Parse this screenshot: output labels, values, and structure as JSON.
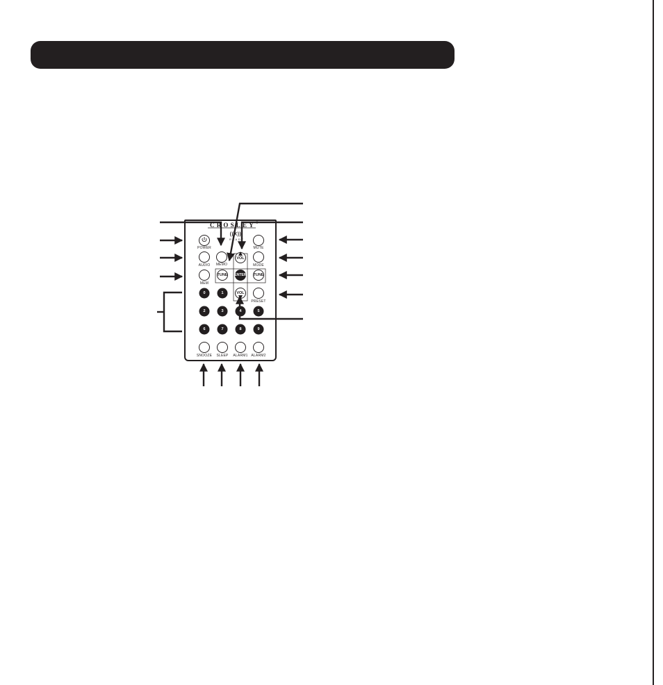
{
  "header": {
    "title": ""
  },
  "remote": {
    "brand": "CROSLEY",
    "brand_mark": "®",
    "logo_text": "((X))",
    "logo_sub": "READY",
    "power_icon": "power-icon",
    "buttons": {
      "power": "POWER",
      "memo": "MEMO",
      "mute": "MUTE",
      "audio": "AUDIO",
      "mode": "MODE",
      "vol_up": "VOL",
      "tune_left": "TUNE",
      "enter": "ENTER",
      "tune_right": "TUNE",
      "mem": "MEM",
      "vol_down": "VOL",
      "preset": "PRESET",
      "snooze": "SNOOZE",
      "sleep": "SLEEP",
      "alarm1": "ALARM1",
      "alarm2": "ALARM2"
    },
    "digits": [
      "0",
      "1",
      "2",
      "3",
      "4",
      "5",
      "6",
      "7",
      "8",
      "9"
    ]
  },
  "colors": {
    "ink": "#231f20",
    "paper": "#ffffff"
  }
}
